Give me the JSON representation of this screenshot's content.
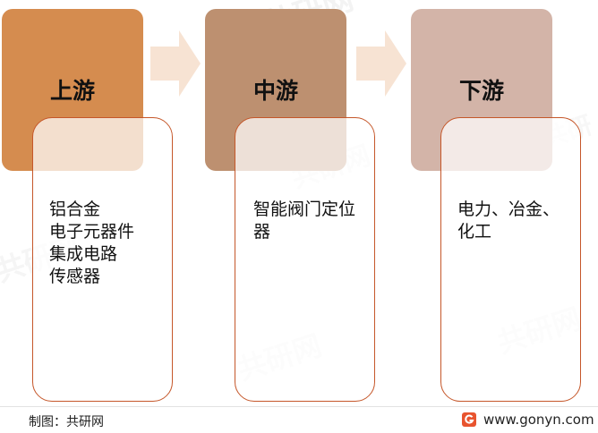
{
  "stages": [
    {
      "title": "上游",
      "items": [
        "铝合金",
        "电子元器件",
        "集成电路",
        "传感器"
      ],
      "color": "#d58c4f"
    },
    {
      "title": "中游",
      "items": [
        "智能阀门定位",
        "器"
      ],
      "color": "#bd9070"
    },
    {
      "title": "下游",
      "items": [
        "电力、冶金、",
        "化工"
      ],
      "color": "#d3b4a8"
    }
  ],
  "footer": {
    "credit": "制图：共研网",
    "website": "www.gonyn.com"
  },
  "colors": {
    "arrow": "#f7e3d3",
    "box_border": "#c5572a",
    "logo": "#e8542f"
  }
}
